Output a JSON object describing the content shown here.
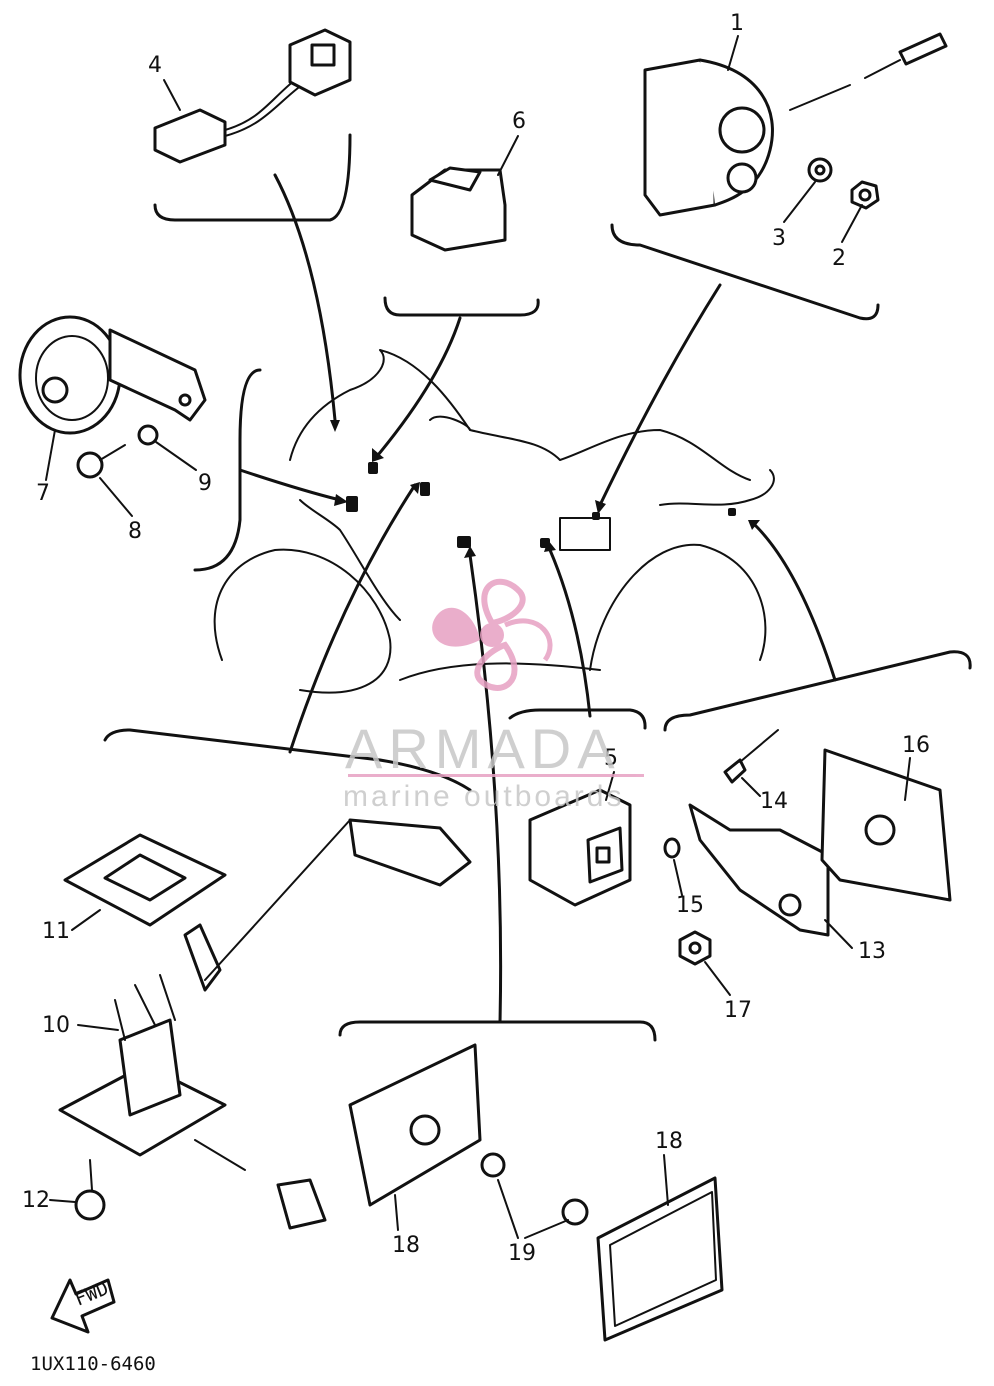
{
  "callouts": [
    "1",
    "2",
    "3",
    "4",
    "5",
    "6",
    "7",
    "8",
    "9",
    "10",
    "11",
    "12",
    "13",
    "14",
    "15",
    "16",
    "17",
    "18",
    "18",
    "19"
  ],
  "diagram_code": "1UX110-6460",
  "fwd_label": "FWD",
  "watermark": {
    "brand": "ARMADA",
    "tagline": "marine outboards",
    "color": "#e7a1c3"
  },
  "colors": {
    "ink": "#111111",
    "background": "#ffffff"
  }
}
